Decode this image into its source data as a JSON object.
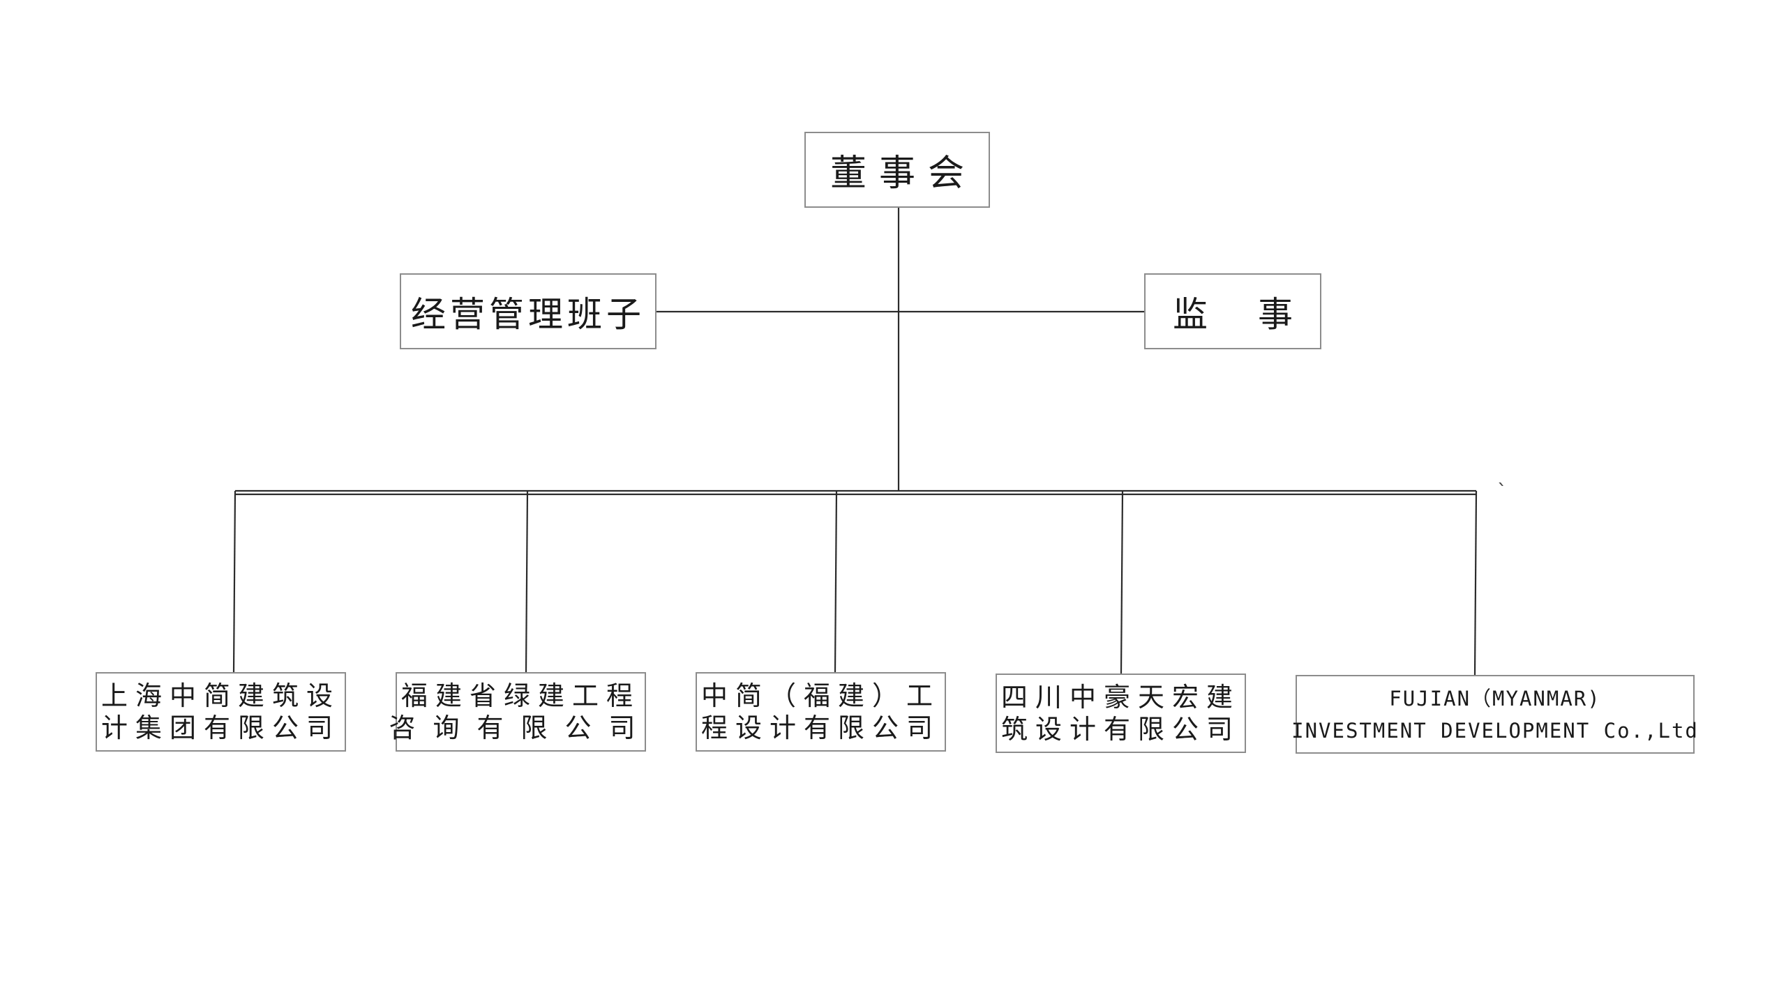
{
  "org_chart": {
    "root": {
      "label": "董事会"
    },
    "management": {
      "label": "经营管理班子"
    },
    "supervisor": {
      "label": "监 事"
    },
    "subsidiaries": [
      {
        "line1": "上海中简建筑设",
        "line2": "计集团有限公司"
      },
      {
        "line1": "福建省绿建工程",
        "line2": "咨询有限公司"
      },
      {
        "line1": "中简（福建）工",
        "line2": "程设计有限公司"
      },
      {
        "line1": "四川中豪天宏建",
        "line2": "筑设计有限公司"
      },
      {
        "line1": "FUJIAN（MYANMAR)",
        "line2": "INVESTMENT DEVELOPMENT Co.,Ltd"
      }
    ],
    "stray_mark": "`"
  },
  "colors": {
    "border": "#8c8c8c",
    "connector": "#2b2b2b",
    "text": "#1a1a1a",
    "background": "#ffffff"
  }
}
